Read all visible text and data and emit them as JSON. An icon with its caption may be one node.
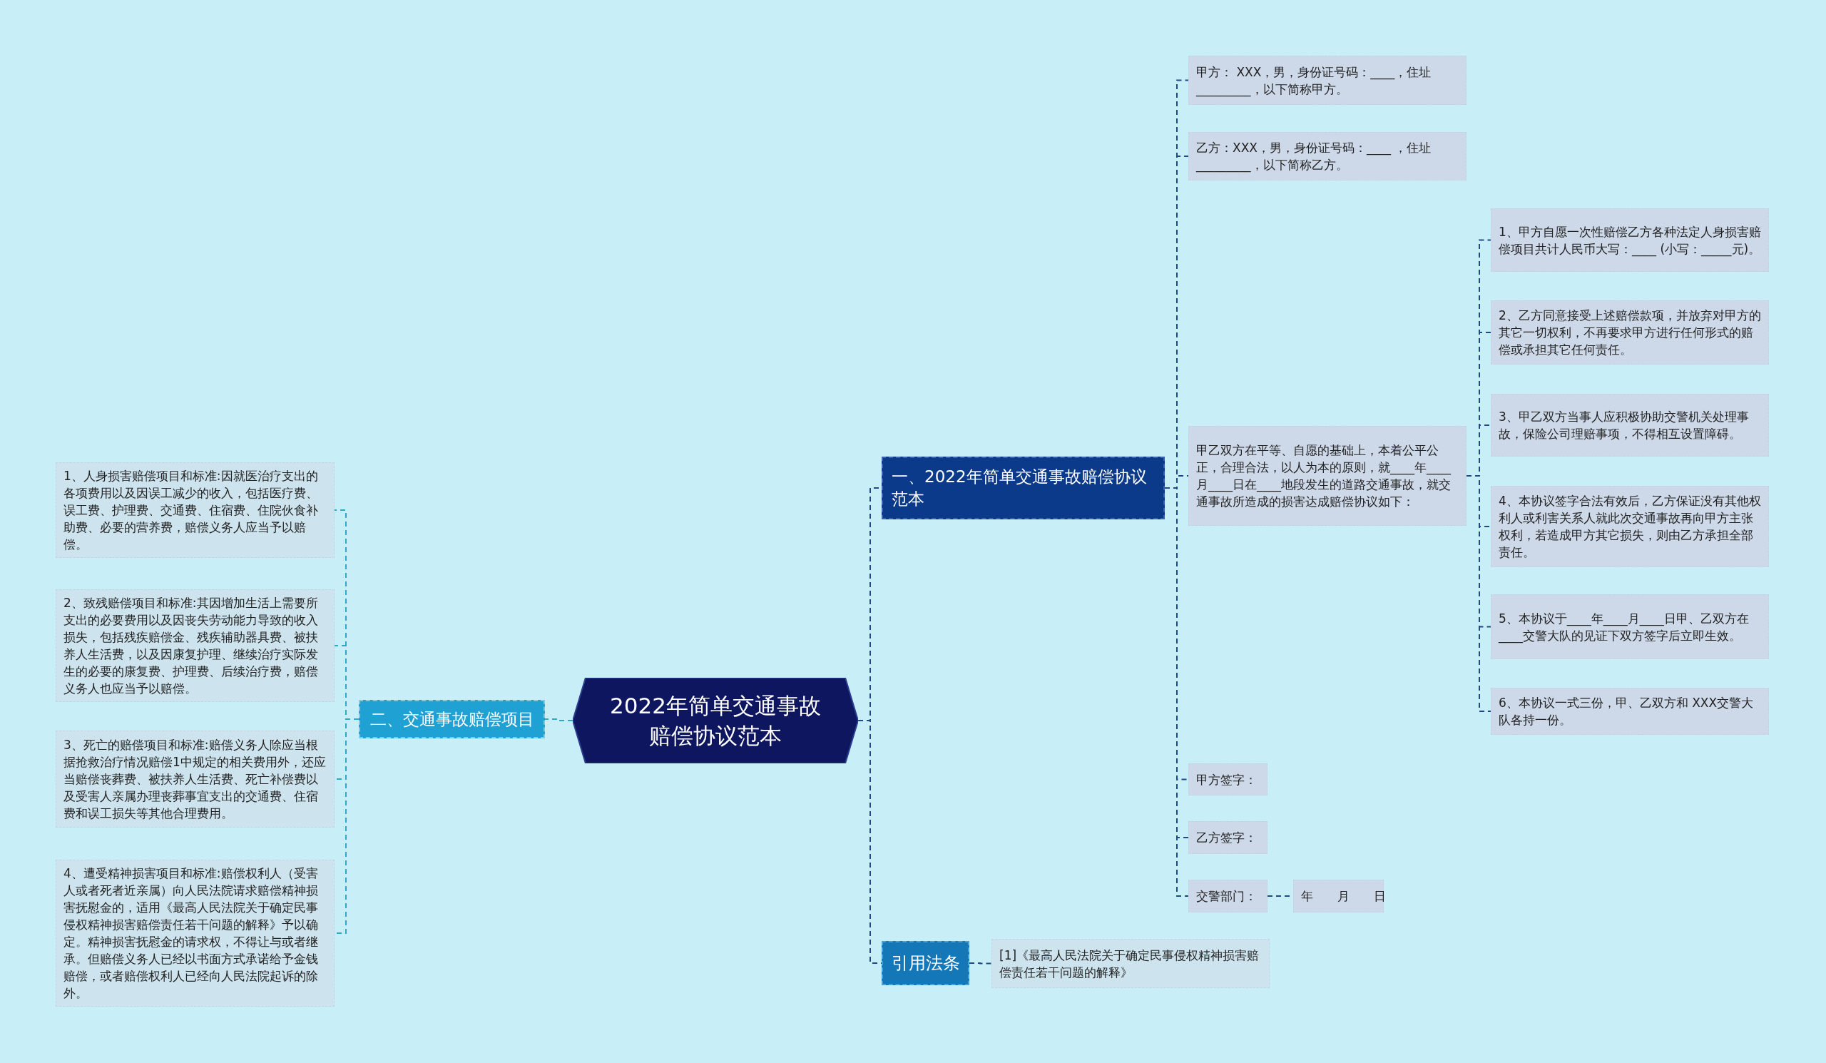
{
  "diagram": {
    "nodes": [
      {
        "text": [
          "2022年简单交通事故赔偿协议范本"
        ]
      },
      {
        "text": [
          "一、2022年简单交通事故赔偿协议范本"
        ]
      },
      {
        "text": [
          "二、交通事故赔偿项目"
        ]
      },
      {
        "text": [
          "引用法条"
        ]
      },
      {
        "text": [
          "甲方： XXX，男，身份证号码：____，住址_________，以下简称甲方。"
        ]
      },
      {
        "text": [
          "乙方：XXX，男，身份证号码：____ ，住址_________，以下简称乙方。"
        ]
      },
      {
        "text": [
          "甲乙双方在平等、自愿的基础上，本着公平公正，合理合法，以人为本的原则，就____年____月____日在____地段发生的道路交通事故，就交通事故所造成的损害达成赔偿协议如下："
        ]
      },
      {
        "text": [
          "甲方签字："
        ]
      },
      {
        "text": [
          "乙方签字："
        ]
      },
      {
        "text": [
          "交警部门："
        ]
      },
      {
        "text": [
          "年　　月　　日"
        ]
      },
      {
        "text": [
          "1、甲方自愿一次性赔偿乙方各种法定人身损害赔偿项目共计人民币大写：____ (小写：_____元)。"
        ]
      },
      {
        "text": [
          "2、乙方同意接受上述赔偿款项，并放弃对甲方的其它一切权利，不再要求甲方进行任何形式的赔偿或承担其它任何责任。"
        ]
      },
      {
        "text": [
          "3、甲乙双方当事人应积极协助交警机关处理事故，保险公司理赔事项，不得相互设置障碍。"
        ]
      },
      {
        "text": [
          "4、本协议签字合法有效后，乙方保证没有其他权利人或利害关系人就此次交通事故再向甲方主张权利，若造成甲方其它损失，则由乙方承担全部责任。"
        ]
      },
      {
        "text": [
          "5、本协议于____年____月____日甲、乙双方在____交警大队的见证下双方签字后立即生效。"
        ]
      },
      {
        "text": [
          "6、本协议一式三份，甲、乙双方和 XXX交警大队各持一份。"
        ]
      },
      {
        "text": [
          "1、人身损害赔偿项目和标准:因就医治疗支出的各项费用以及因误工减少的收入，包括医疗费、误工费、护理费、交通费、住宿费、住院伙食补助费、必要的营养费，赔偿义务人应当予以赔偿。"
        ]
      },
      {
        "text": [
          "2、致残赔偿项目和标准:其因增加生活上需要所支出的必要费用以及因丧失劳动能力导致的收入损失，包括残疾赔偿金、残疾辅助器具费、被扶养人生活费，以及因康复护理、继续治疗实际发生的必要的康复费、护理费、后续治疗费，赔偿义务人也应当予以赔偿。"
        ]
      },
      {
        "text": [
          "3、死亡的赔偿项目和标准:赔偿义务人除应当根据抢救治疗情况赔偿1中规定的相关费用外，还应当赔偿丧葬费、被扶养人生活费、死亡补偿费以及受害人亲属办理丧葬事宜支出的交通费、住宿费和误工损失等其他合理费用。"
        ]
      },
      {
        "text": [
          "4、遭受精神损害项目和标准:赔偿权利人（受害人或者死者近亲属）向人民法院请求赔偿精神损害抚慰金的，适用《最高人民法院关于确定民事侵权精神损害赔偿责任若干问题的解释》予以确定。精神损害抚慰金的请求权，不得让与或者继承。但赔偿义务人已经以书面方式承诺给予金钱赔偿，或者赔偿权利人已经向人民法院起诉的除外。"
        ]
      },
      {
        "text": [
          "[1]《最高人民法院关于确定民事侵权精神损害赔偿责任若干问题的解释》"
        ]
      }
    ],
    "edges": [
      {
        "from": 0,
        "to": 1,
        "arrow": "none",
        "style": "dashed"
      },
      {
        "from": 0,
        "to": 2,
        "arrow": "none",
        "style": "dashed",
        "color": "#2fa8c8"
      },
      {
        "from": 0,
        "to": 3,
        "arrow": "none",
        "style": "dashed"
      },
      {
        "from": 1,
        "to": 4,
        "arrow": "none",
        "style": "dashed"
      },
      {
        "from": 1,
        "to": 5,
        "arrow": "none",
        "style": "dashed"
      },
      {
        "from": 1,
        "to": 6,
        "arrow": "none",
        "style": "dashed"
      },
      {
        "from": 1,
        "to": 7,
        "arrow": "none",
        "style": "dashed"
      },
      {
        "from": 1,
        "to": 8,
        "arrow": "none",
        "style": "dashed"
      },
      {
        "from": 1,
        "to": 9,
        "arrow": "none",
        "style": "dashed"
      },
      {
        "from": 9,
        "to": 10,
        "arrow": "none",
        "style": "dashed"
      },
      {
        "from": 6,
        "to": 11,
        "arrow": "none",
        "style": "dashed"
      },
      {
        "from": 6,
        "to": 12,
        "arrow": "none",
        "style": "dashed"
      },
      {
        "from": 6,
        "to": 13,
        "arrow": "none",
        "style": "dashed"
      },
      {
        "from": 6,
        "to": 14,
        "arrow": "none",
        "style": "dashed"
      },
      {
        "from": 6,
        "to": 15,
        "arrow": "none",
        "style": "dashed"
      },
      {
        "from": 6,
        "to": 16,
        "arrow": "none",
        "style": "dashed"
      },
      {
        "from": 2,
        "to": 17,
        "arrow": "none",
        "style": "dashed",
        "color": "#2fa8c8"
      },
      {
        "from": 2,
        "to": 18,
        "arrow": "none",
        "style": "dashed",
        "color": "#2fa8c8"
      },
      {
        "from": 2,
        "to": 19,
        "arrow": "none",
        "style": "dashed",
        "color": "#2fa8c8"
      },
      {
        "from": 2,
        "to": 20,
        "arrow": "none",
        "style": "dashed",
        "color": "#2fa8c8"
      },
      {
        "from": 3,
        "to": 21,
        "arrow": "none",
        "style": "dashed"
      }
    ]
  }
}
